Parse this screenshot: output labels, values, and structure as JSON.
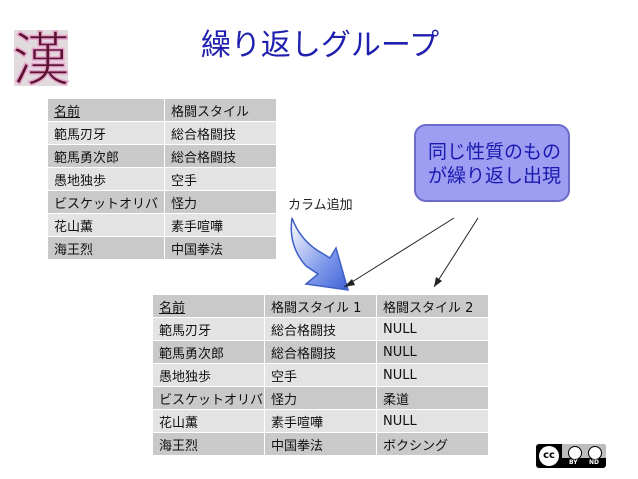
{
  "slide": {
    "title": "繰り返しグループ",
    "logo_char": "漢",
    "callout": {
      "line1": "同じ性質のもの",
      "line2": "が繰り返し出現"
    },
    "add_label": "カラム追加"
  },
  "table1": {
    "headers": [
      "名前",
      "格闘スタイル"
    ],
    "rows": [
      [
        "範馬刃牙",
        "総合格闘技"
      ],
      [
        "範馬勇次郎",
        "総合格闘技"
      ],
      [
        "愚地独歩",
        "空手"
      ],
      [
        "ビスケットオリバ",
        "怪力"
      ],
      [
        "花山薫",
        "素手喧嘩"
      ],
      [
        "海王烈",
        "中国拳法"
      ]
    ]
  },
  "table2": {
    "headers": [
      "名前",
      "格闘スタイル 1",
      "格闘スタイル 2"
    ],
    "rows": [
      [
        "範馬刃牙",
        "総合格闘技",
        "NULL"
      ],
      [
        "範馬勇次郎",
        "総合格闘技",
        "NULL"
      ],
      [
        "愚地独歩",
        "空手",
        "NULL"
      ],
      [
        "ビスケットオリバ",
        "怪力",
        "柔道"
      ],
      [
        "花山薫",
        "素手喧嘩",
        "NULL"
      ],
      [
        "海王烈",
        "中国拳法",
        "ボクシング"
      ]
    ]
  },
  "license": {
    "cc": "cc",
    "by": "BY",
    "nd": "ND"
  },
  "colors": {
    "title": "#1f1fb0",
    "callout_bg": "#9d9df2",
    "arrow_blue": "#4f6fd8"
  },
  "icons": [
    "kanji-logo-icon",
    "down-arrow-icon",
    "creative-commons-icon"
  ]
}
